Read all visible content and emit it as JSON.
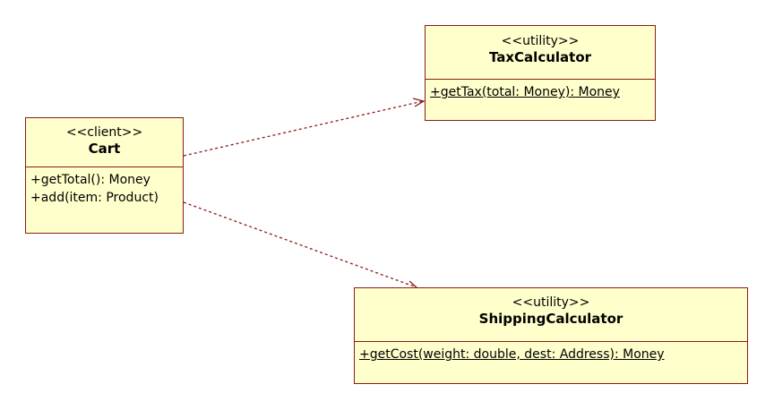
{
  "diagram": {
    "classes": {
      "cart": {
        "stereotype": "<<client>>",
        "name": "Cart",
        "operations": [
          "+getTotal(): Money",
          "+add(item: Product)"
        ]
      },
      "tax_calculator": {
        "stereotype": "<<utility>>",
        "name": "TaxCalculator",
        "operations": [
          "+getTax(total: Money): Money"
        ]
      },
      "shipping_calculator": {
        "stereotype": "<<utility>>",
        "name": "ShippingCalculator",
        "operations": [
          "+getCost(weight: double, dest: Address): Money"
        ]
      }
    },
    "dependencies": [
      {
        "from": "Cart",
        "to": "TaxCalculator",
        "style": "dashed"
      },
      {
        "from": "Cart",
        "to": "ShippingCalculator",
        "style": "dashed"
      }
    ],
    "colors": {
      "class_fill": "#ffffcc",
      "class_border": "#8b1a1a",
      "dependency_line": "#8b1a1a"
    }
  }
}
